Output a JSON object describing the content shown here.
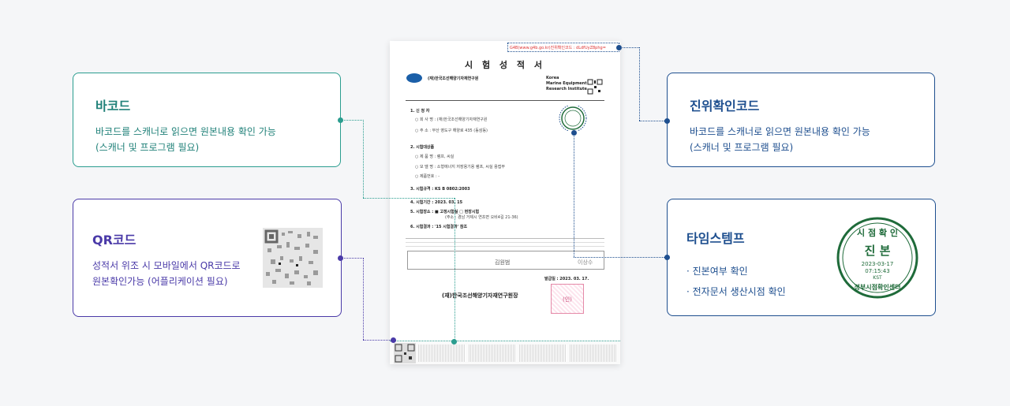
{
  "barcode_card": {
    "title": "바코드",
    "desc_line1": "바코드를 스캐너로 읽으면 원본내용 확인 가능",
    "desc_line2": "(스캐너 및 프로그램 필요)"
  },
  "qr_card": {
    "title": "QR코드",
    "desc_line1": "성적서 위조 시 모바일에서 QR코드로",
    "desc_line2": "원본확인가능 (어플리케이션 필요)"
  },
  "auth_card": {
    "title": "진위확인코드",
    "desc_line1": "바코드를 스캐너로 읽으면 원본내용 확인 가능",
    "desc_line2": "(스캐너 및 프로그램 필요)"
  },
  "stamp_card": {
    "title": "타임스템프",
    "items": [
      "· 진본여부 확인",
      "· 전자문서 생산시점 확인"
    ],
    "stamp_top": "시 점 확 인",
    "stamp_center": "진 본",
    "stamp_date": "2023-03-17",
    "stamp_time": "07:15:43",
    "stamp_tz": "KST",
    "stamp_bottom": "정부시점확인센터"
  },
  "document": {
    "auth_code": "G4B(www.g4b.go.kr)진위확인코드 : dLdfUyZ8phg=",
    "title": "시 험 성 적 서",
    "org_name": "(재)한국조선해양기자재연구원",
    "org_en1": "Korea",
    "org_en2": "Marine Equipment",
    "org_en3": "Research Institute",
    "sec1": "1. 신 청 자",
    "sec1_a": "○ 회 사 명  :  (재)한국조선해양기자재연구원",
    "sec1_b": "○ 주     소  :  부산 영도구 해양로 435 (동삼동)",
    "sec2": "2. 시험대상품",
    "sec2_a": "○ 제 품 명  :  램프, 씨실",
    "sec2_b": "○ 모 델 명  :  소형에너지 저장용기용 램프, 씨실 용접부",
    "sec2_c": "○ 제품번호  :  -",
    "sec3": "3. 시험규격 :   KS B 0802:2003",
    "sec4": "4. 시험기간 :   2023. 03. 15",
    "sec5": "5. 시험장소 :   ■ 고정시험실     □ 현장시험",
    "sec5_b": "(주소 : 경남 거제시 연초면 오비4길 21-36)",
    "sec6": "6. 시험결과 :   '15 시험결과' 참조",
    "issue_date": "발급일 : 2023. 03. 17.",
    "director": "(재)한국조선해양기자재연구원장",
    "seal_text": "(인)",
    "sign1": "김원범",
    "sign2": "이상수"
  }
}
